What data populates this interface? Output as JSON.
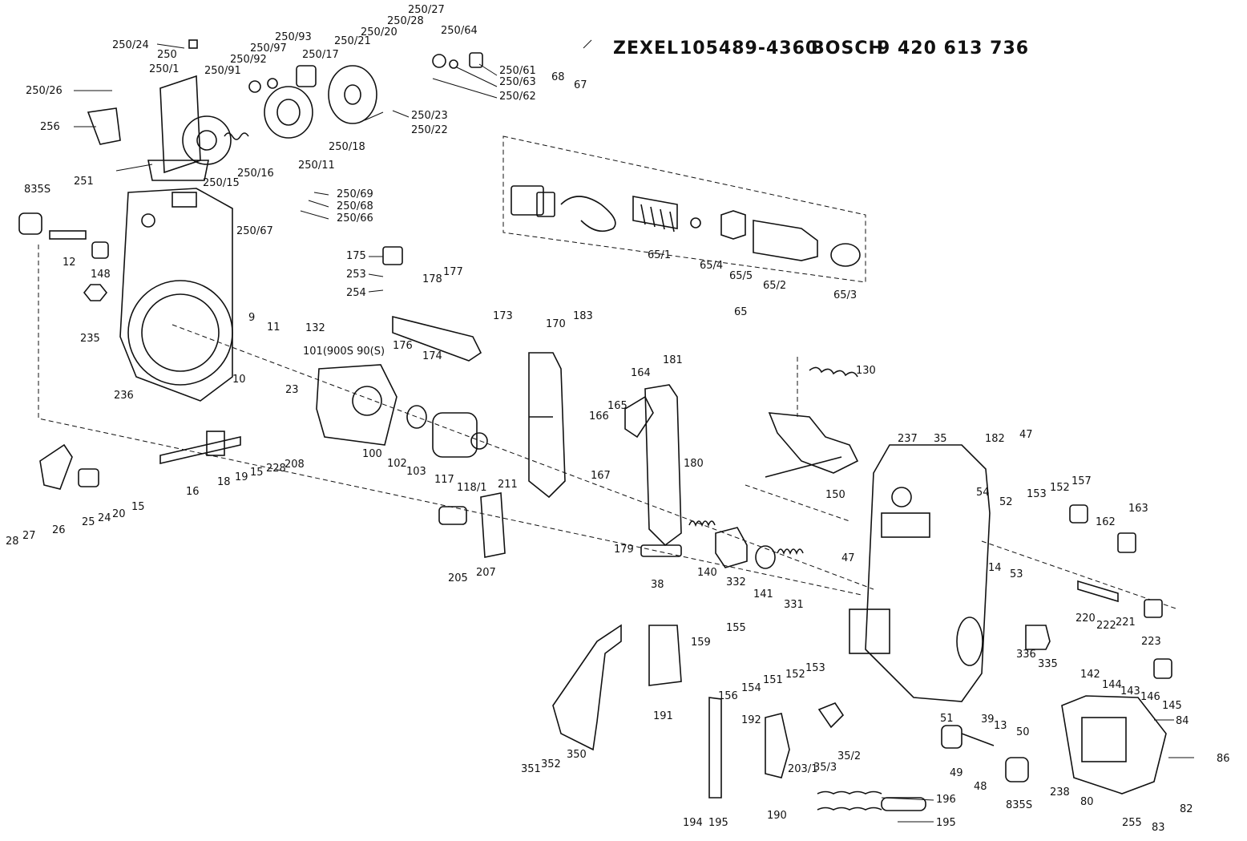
{
  "header": {
    "zexel_brand": "ZEXEL",
    "zexel_part_number": "105489-4360",
    "bosch_brand": "BOSCH",
    "bosch_part_number": "9 420 613 736"
  },
  "labels": [
    "250/24",
    "250",
    "250/1",
    "250/26",
    "256",
    "251",
    "250/91",
    "250/92",
    "250/97",
    "250/93",
    "250/21",
    "250/20",
    "250/28",
    "250/27",
    "250/64",
    "250/61",
    "250/63",
    "250/62",
    "250/23",
    "250/22",
    "250/17",
    "250/18",
    "250/11",
    "250/16",
    "250/15",
    "250/69",
    "250/68",
    "250/66",
    "250/67",
    "835S",
    "12",
    "148",
    "235",
    "236",
    "9",
    "11",
    "132",
    "10",
    "101(900S 90(S)",
    "23",
    "175",
    "253",
    "254",
    "178",
    "177",
    "176",
    "174",
    "173",
    "68",
    "67",
    "65/1",
    "65/4",
    "65/5",
    "65/2",
    "65/3",
    "65",
    "170",
    "183",
    "181",
    "164",
    "165",
    "166",
    "167",
    "130",
    "150",
    "180",
    "237",
    "35",
    "182",
    "47",
    "54",
    "52",
    "153",
    "152",
    "157",
    "162",
    "163",
    "28",
    "27",
    "26",
    "25",
    "24",
    "20",
    "15",
    "16",
    "18",
    "19",
    "15",
    "228",
    "208",
    "100",
    "102",
    "103",
    "117",
    "118/1",
    "211",
    "205",
    "207",
    "179",
    "38",
    "140",
    "332",
    "141",
    "331",
    "47",
    "14",
    "53",
    "220",
    "222",
    "221",
    "223",
    "336",
    "335",
    "142",
    "144",
    "143",
    "146",
    "145",
    "159",
    "155",
    "156",
    "154",
    "151",
    "152",
    "153",
    "191",
    "351",
    "352",
    "350",
    "192",
    "203/1",
    "35/3",
    "35/2",
    "190",
    "194",
    "195",
    "196",
    "195",
    "51",
    "39",
    "13",
    "50",
    "49",
    "48",
    "835S",
    "238",
    "80",
    "84",
    "86",
    "82",
    "255",
    "83"
  ]
}
